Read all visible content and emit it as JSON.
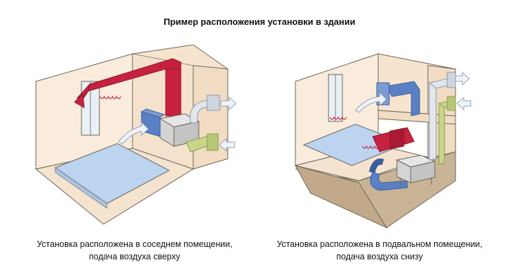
{
  "title": "Пример расположения установки в здании",
  "left": {
    "caption_line1": "Установка расположена в соседнем помещении,",
    "caption_line2": "подача воздуха сверху"
  },
  "right": {
    "caption_line1": "Установка расположена в подвальном помещении,",
    "caption_line2": "подача воздуха снизу"
  },
  "colors": {
    "wall": "#f7e7d3",
    "wall_edge": "#6b6458",
    "supply_duct": "#c8213f",
    "return_duct": "#5a80c4",
    "outdoor_duct": "#c9d68a",
    "exhaust_duct": "#d6dde6",
    "pool_water": "#bcd4f0",
    "basement_floor": "#c9b496"
  }
}
